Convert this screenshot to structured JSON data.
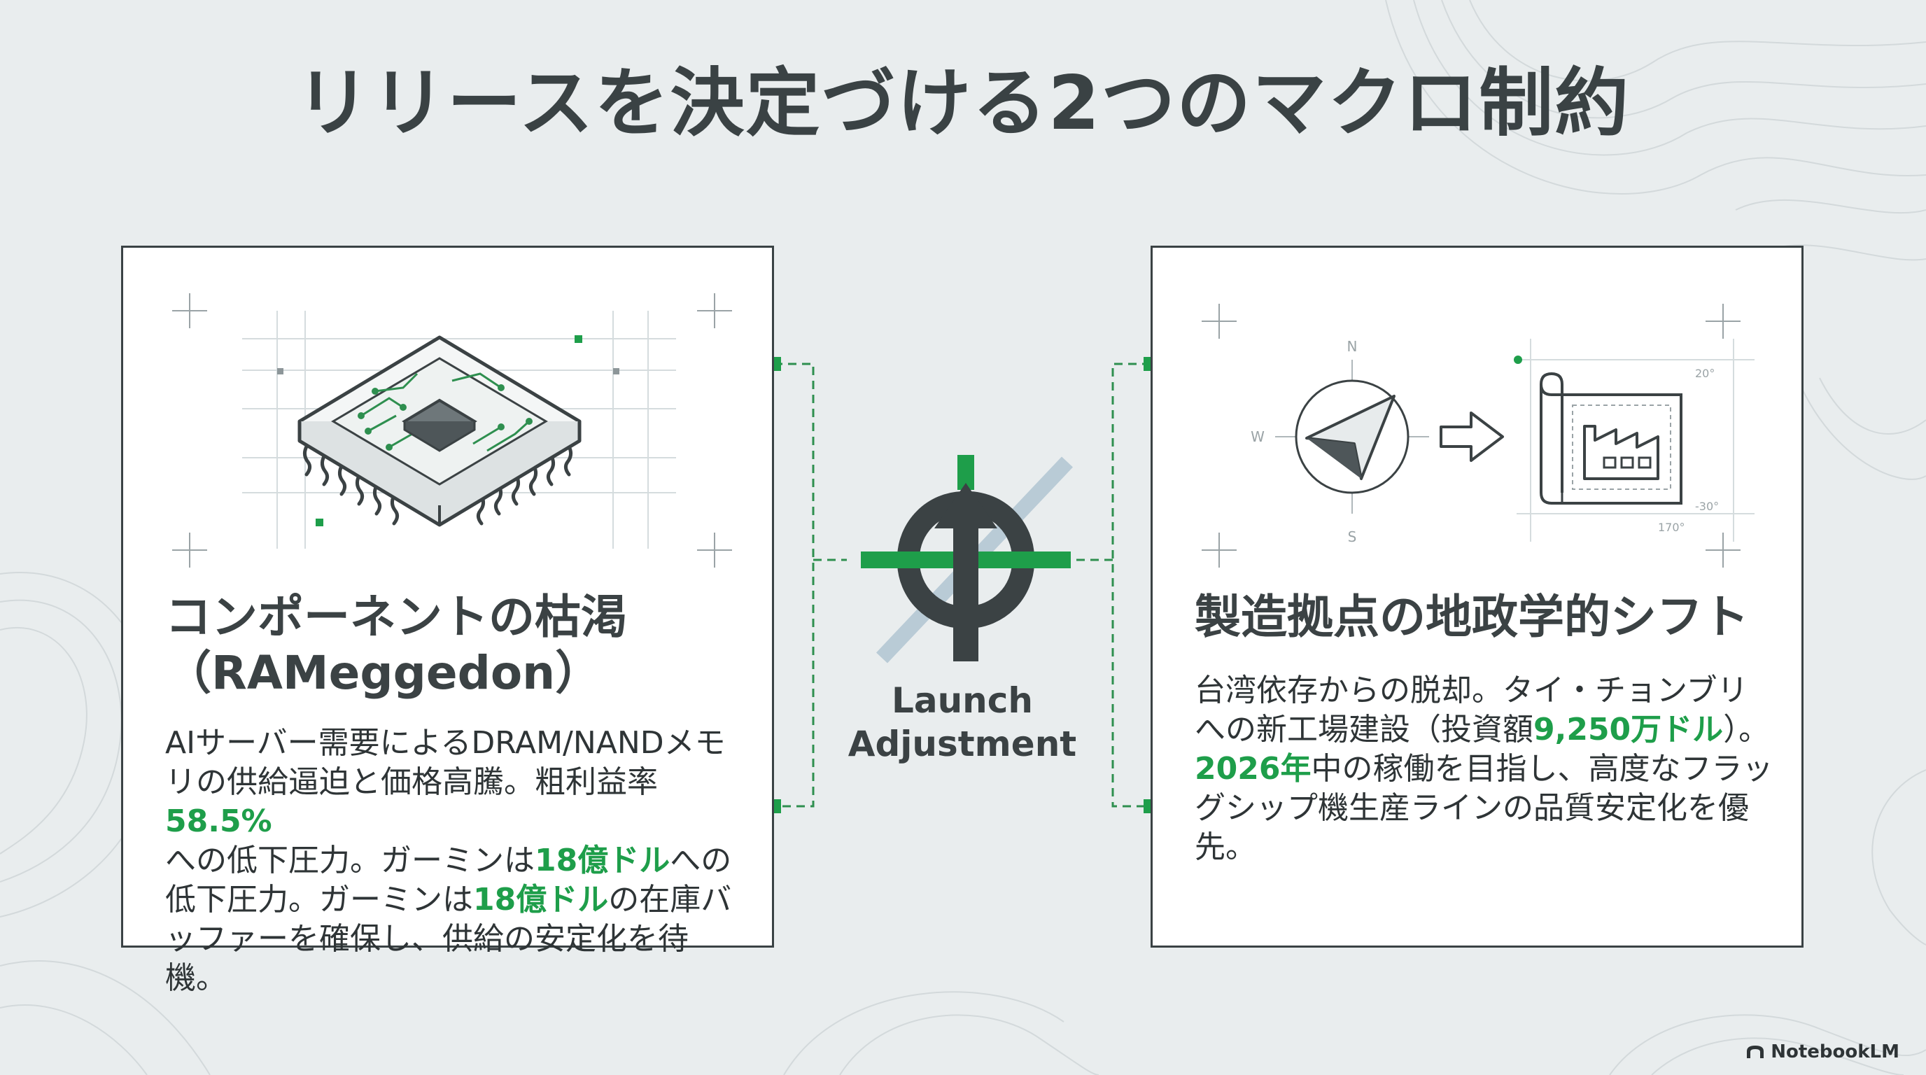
{
  "slide": {
    "title": "リリースを決定づける2つのマクロ制約",
    "accent_color": "#1e9e4a",
    "text_color": "#3b4244"
  },
  "left_card": {
    "title_line1": "コンポーネントの枯渇",
    "title_line2": "（RAMeggedon）",
    "icon": "microchip-icon",
    "body": [
      [
        {
          "t": "AIサーバー需要によるDRAM/NANDメモ"
        }
      ],
      [
        {
          "t": "リの供給逼迫と価格高騰。粗利益率"
        },
        {
          "t": "58.5%",
          "hl": true
        }
      ],
      [
        {
          "t": "への低下圧力。ガーミンは"
        },
        {
          "t": "18億ドル",
          "hl": true
        },
        {
          "t": "への"
        }
      ],
      [
        {
          "t": "低下圧力。ガーミンは"
        },
        {
          "t": "18億ドル",
          "hl": true
        },
        {
          "t": "の在庫バ"
        }
      ],
      [
        {
          "t": "ッファーを確保し、供給の安定化を待機。"
        }
      ]
    ]
  },
  "center": {
    "icon": "target-arrow-icon",
    "label_line1": "Launch",
    "label_line2": "Adjustment"
  },
  "right_card": {
    "title": "製造拠点の地政学的シフト",
    "icon": "compass-factory-icon",
    "compass": {
      "n": "N",
      "w": "W",
      "s": "S"
    },
    "map_ticks": {
      "a": "20°",
      "b": "-30°",
      "c": "170°"
    },
    "body": [
      [
        {
          "t": "台湾依存からの脱却。タイ・チョンブリ"
        }
      ],
      [
        {
          "t": "への新工場建設（投資額"
        },
        {
          "t": "9,250万ドル",
          "hl": true
        },
        {
          "t": "）。"
        }
      ],
      [
        {
          "t": "2026年",
          "hl": true
        },
        {
          "t": "中の稼働を目指し、高度なフラッ"
        }
      ],
      [
        {
          "t": "グシップ機生産ラインの品質安定化を優"
        }
      ],
      [
        {
          "t": "先。"
        }
      ]
    ]
  },
  "brand": {
    "name": "NotebookLM"
  }
}
